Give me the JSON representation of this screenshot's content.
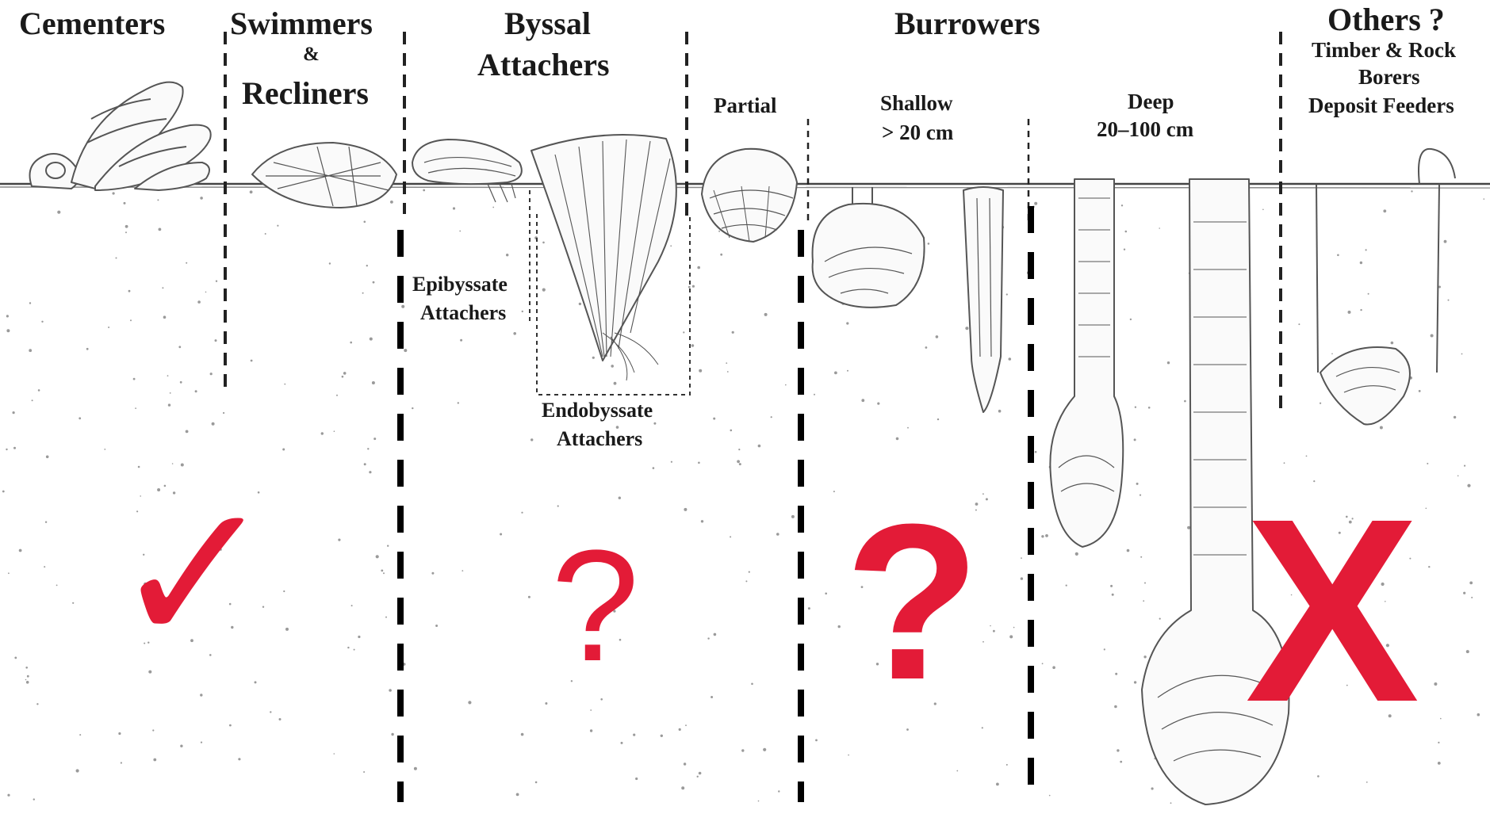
{
  "headings": {
    "cementers": "Cementers",
    "swimmers_line1": "Swimmers",
    "swimmers_amp": "&",
    "swimmers_line2": "Recliners",
    "byssal_line1": "Byssal",
    "byssal_line2": "Attachers",
    "burrowers": "Burrowers",
    "others": "Others ?"
  },
  "subheadings": {
    "partial": "Partial",
    "shallow_line1": "Shallow",
    "shallow_line2": "> 20 cm",
    "deep_line1": "Deep",
    "deep_line2": "20–100 cm",
    "others_line1": "Timber & Rock",
    "others_line2": "Borers",
    "others_line3": "Deposit Feeders",
    "epibyssate_line1": "Epibyssate",
    "epibyssate_line2": "Attachers",
    "endobyssate_line1": "Endobyssate",
    "endobyssate_line2": "Attachers"
  },
  "verdicts": {
    "cementers": "✓",
    "byssal": "?",
    "shallow": "?",
    "deep_and_others": "X"
  },
  "colors": {
    "verdict": "#e31b37",
    "ink": "#1a1a1a",
    "sketch": "#555555",
    "background": "#ffffff"
  }
}
